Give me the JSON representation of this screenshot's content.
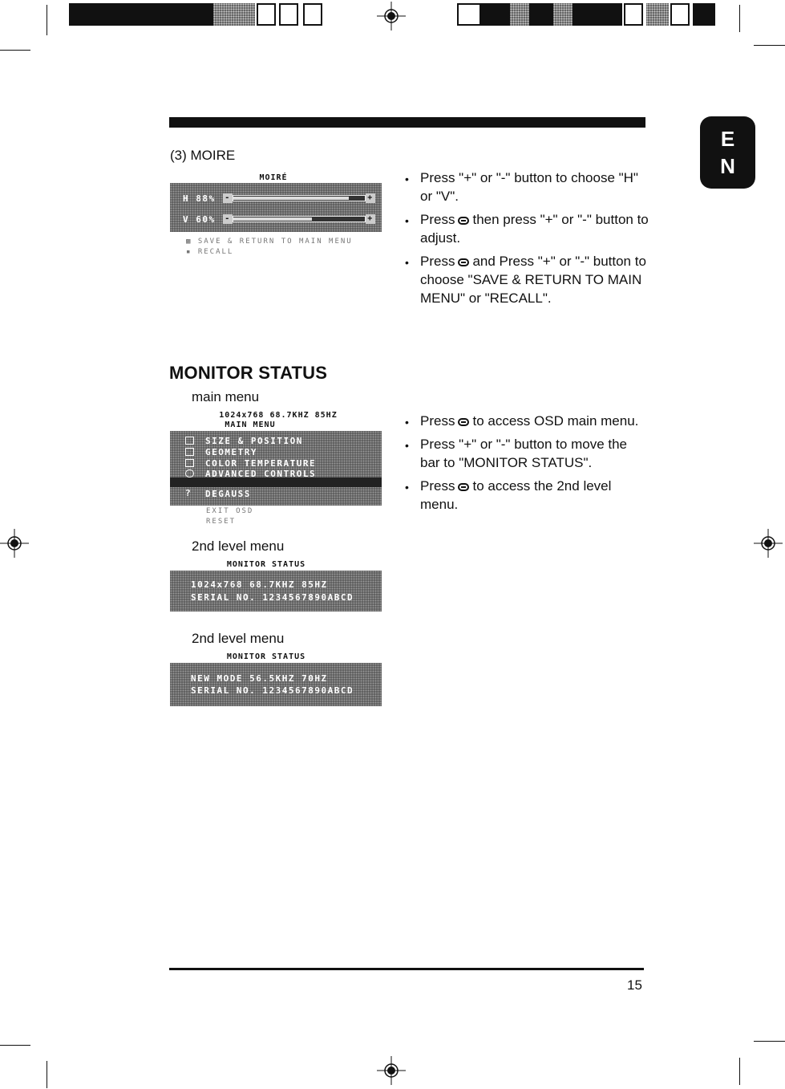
{
  "lang_tab": [
    "E",
    "N"
  ],
  "moire": {
    "section_label": "(3) MOIRE",
    "osd_caption": "MOIRÉ",
    "rows": [
      {
        "label": "H 88%",
        "level": 0.88
      },
      {
        "label": "V 60%",
        "level": 0.6
      }
    ],
    "options": [
      "SAVE & RETURN TO MAIN MENU",
      "RECALL"
    ],
    "bullets": [
      {
        "before": "Press \"+\" or \"-\" button to choose \"H\" or \"V\".",
        "after": ""
      },
      {
        "before": "Press",
        "after": "then press \"+\" or \"-\" button to adjust."
      },
      {
        "before": "Press",
        "after": "and Press \"+\" or \"-\" button to choose \"SAVE & RETURN TO MAIN MENU\" or \"RECALL\"."
      }
    ]
  },
  "monitor_status": {
    "heading": "MONITOR STATUS",
    "main_menu_label": "main menu",
    "main_menu_info": "1024x768   68.7KHZ  85HZ",
    "main_menu_title": "MAIN MENU",
    "main_menu_items": [
      "SIZE & POSITION",
      "GEOMETRY",
      "COLOR TEMPERATURE",
      "ADVANCED CONTROLS",
      "DEGAUSS"
    ],
    "main_menu_footer": [
      "EXIT OSD",
      "RESET"
    ],
    "level2_label_a": "2nd level menu",
    "level2_title_a": "MONITOR STATUS",
    "level2_lines_a": [
      "1024x768   68.7KHZ 85HZ",
      "SERIAL NO. 1234567890ABCD"
    ],
    "level2_label_b": "2nd level menu",
    "level2_title_b": "MONITOR STATUS",
    "level2_lines_b": [
      "NEW MODE    56.5KHZ 70HZ",
      "SERIAL NO. 1234567890ABCD"
    ],
    "bullets": [
      {
        "before": "Press",
        "after": "to access OSD main menu."
      },
      {
        "before": "Press \"+\" or \"-\" button to move the bar to \"MONITOR STATUS\".",
        "after": ""
      },
      {
        "before": "Press",
        "after": "to access the 2nd level menu."
      }
    ]
  },
  "page_number": "15"
}
